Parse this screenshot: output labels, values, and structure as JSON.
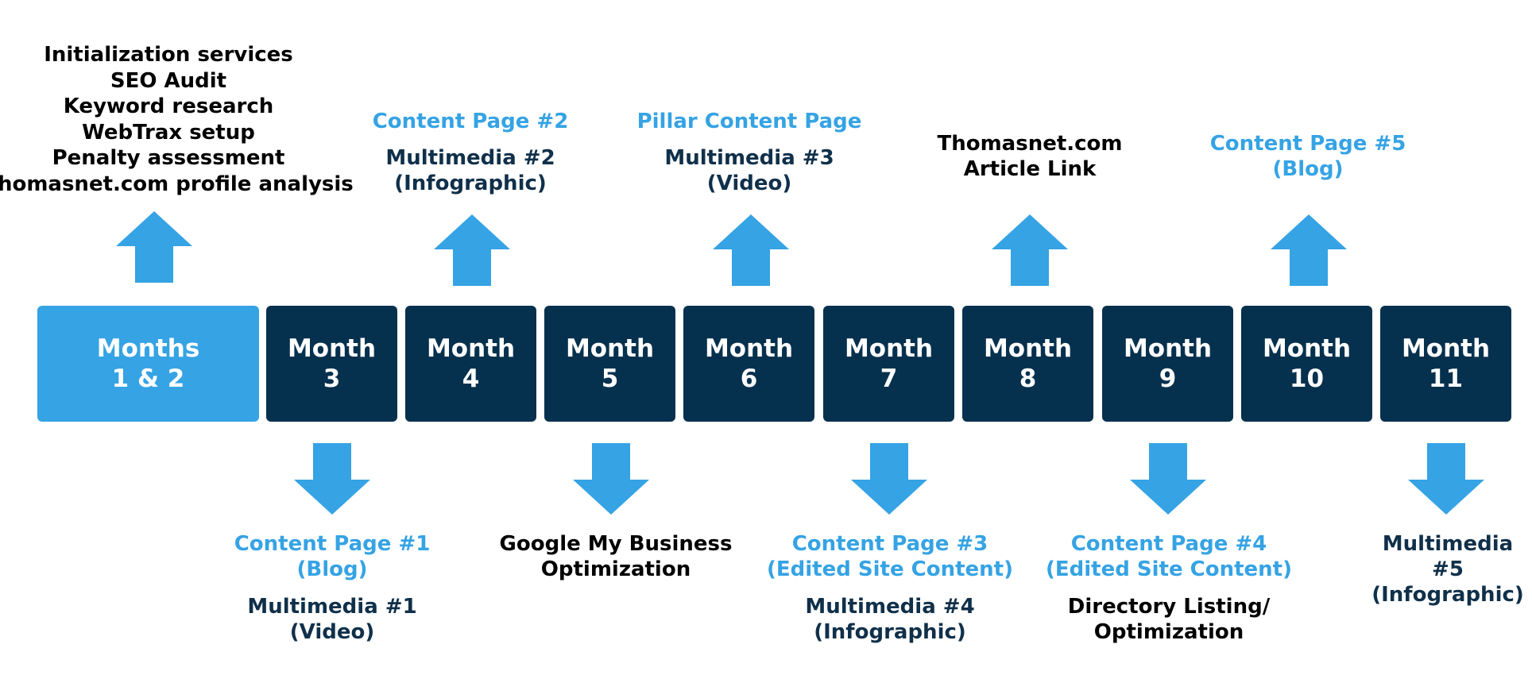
{
  "colors": {
    "accent_blue": "#35a3e4",
    "navy": "#06314e",
    "text_navy": "#10304a",
    "text_black": "#000000"
  },
  "months": [
    {
      "label": "Months\n1 & 2",
      "color": "#35a3e4"
    },
    {
      "label": "Month\n3",
      "color": "#06314e"
    },
    {
      "label": "Month\n4",
      "color": "#06314e"
    },
    {
      "label": "Month\n5",
      "color": "#06314e"
    },
    {
      "label": "Month\n6",
      "color": "#06314e"
    },
    {
      "label": "Month\n7",
      "color": "#06314e"
    },
    {
      "label": "Month\n8",
      "color": "#06314e"
    },
    {
      "label": "Month\n9",
      "color": "#06314e"
    },
    {
      "label": "Month\n10",
      "color": "#06314e"
    },
    {
      "label": "Month\n11",
      "color": "#06314e"
    }
  ],
  "deliverables": {
    "months_1_2": {
      "items": "Initialization services\nSEO Audit\nKeyword research\nWebTrax setup\nPenalty assessment\nThomasnet.com profile analysis"
    },
    "month_3": {
      "content": "Content Page #1\n(Blog)",
      "multimedia": "Multimedia #1\n(Video)"
    },
    "month_4": {
      "content": "Content Page #2",
      "multimedia": "Multimedia #2\n(Infographic)"
    },
    "month_5": {
      "item": "Google My Business\nOptimization"
    },
    "month_6": {
      "content": "Pillar Content Page",
      "multimedia": "Multimedia #3\n(Video)"
    },
    "month_7": {
      "content": "Content Page #3\n(Edited Site Content)",
      "multimedia": "Multimedia #4\n(Infographic)"
    },
    "month_8": {
      "item": "Thomasnet.com\nArticle Link"
    },
    "month_9": {
      "content": "Content Page #4\n(Edited Site Content)",
      "item": "Directory Listing/\nOptimization"
    },
    "month_10": {
      "content": "Content Page #5\n(Blog)"
    },
    "month_11": {
      "multimedia": "Multimedia #5\n(Infographic)"
    }
  }
}
